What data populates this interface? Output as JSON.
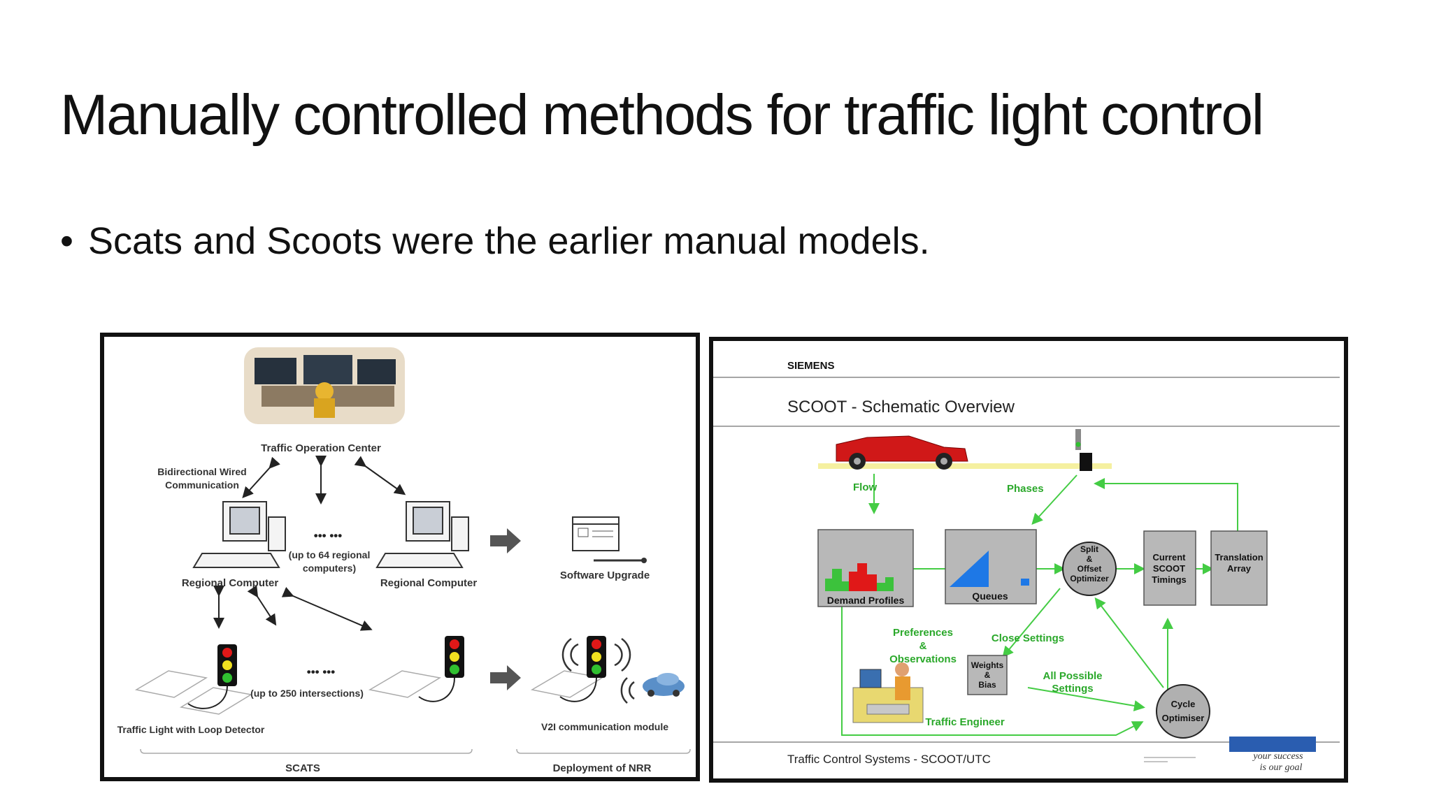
{
  "slide": {
    "title": "Manually controlled methods for traffic light control",
    "bullet": "Scats and Scoots were the earlier manual models."
  },
  "scats": {
    "toc": "Traffic Operation Center",
    "bidir_1": "Bidirectional Wired",
    "bidir_2": "Communication",
    "dots": "••• •••",
    "regional_left": "Regional Computer",
    "regional_right": "Regional Computer",
    "up64_1": "(up to 64 regional",
    "up64_2": "computers)",
    "sw_upgrade": "Software Upgrade",
    "up250": "(up to 250 intersections)",
    "tl_loop": "Traffic Light with Loop Detector",
    "v2i": "V2I communication module",
    "scats_label": "SCATS",
    "nrr_label": "Deployment of NRR"
  },
  "scoot": {
    "siemens": "SIEMENS",
    "heading": "SCOOT - Schematic Overview",
    "flow": "Flow",
    "phases": "Phases",
    "demand": "Demand  Profiles",
    "queues": "Queues",
    "split_1": "Split",
    "split_2": "&",
    "split_3": "Offset",
    "split_4": "Optimizer",
    "current_1": "Current",
    "current_2": "SCOOT",
    "current_3": "Timings",
    "trans_1": "Translation",
    "trans_2": "Array",
    "pref_1": "Preferences",
    "pref_2": "&",
    "pref_3": "Observations",
    "close": "Close Settings",
    "weights_1": "Weights",
    "weights_2": "&",
    "weights_3": "Bias",
    "allpos_1": "All Possible",
    "allpos_2": "Settings",
    "cycle_1": "Cycle",
    "cycle_2": "Optimiser",
    "engineer": "Traffic Engineer",
    "footer": "Traffic Control Systems - SCOOT/UTC",
    "sign_1": "your success",
    "sign_2": "is our goal"
  },
  "colors": {
    "green": "#3cc23c",
    "red": "#e01818",
    "blue": "#1e78e6",
    "arrow": "#44cc44"
  }
}
